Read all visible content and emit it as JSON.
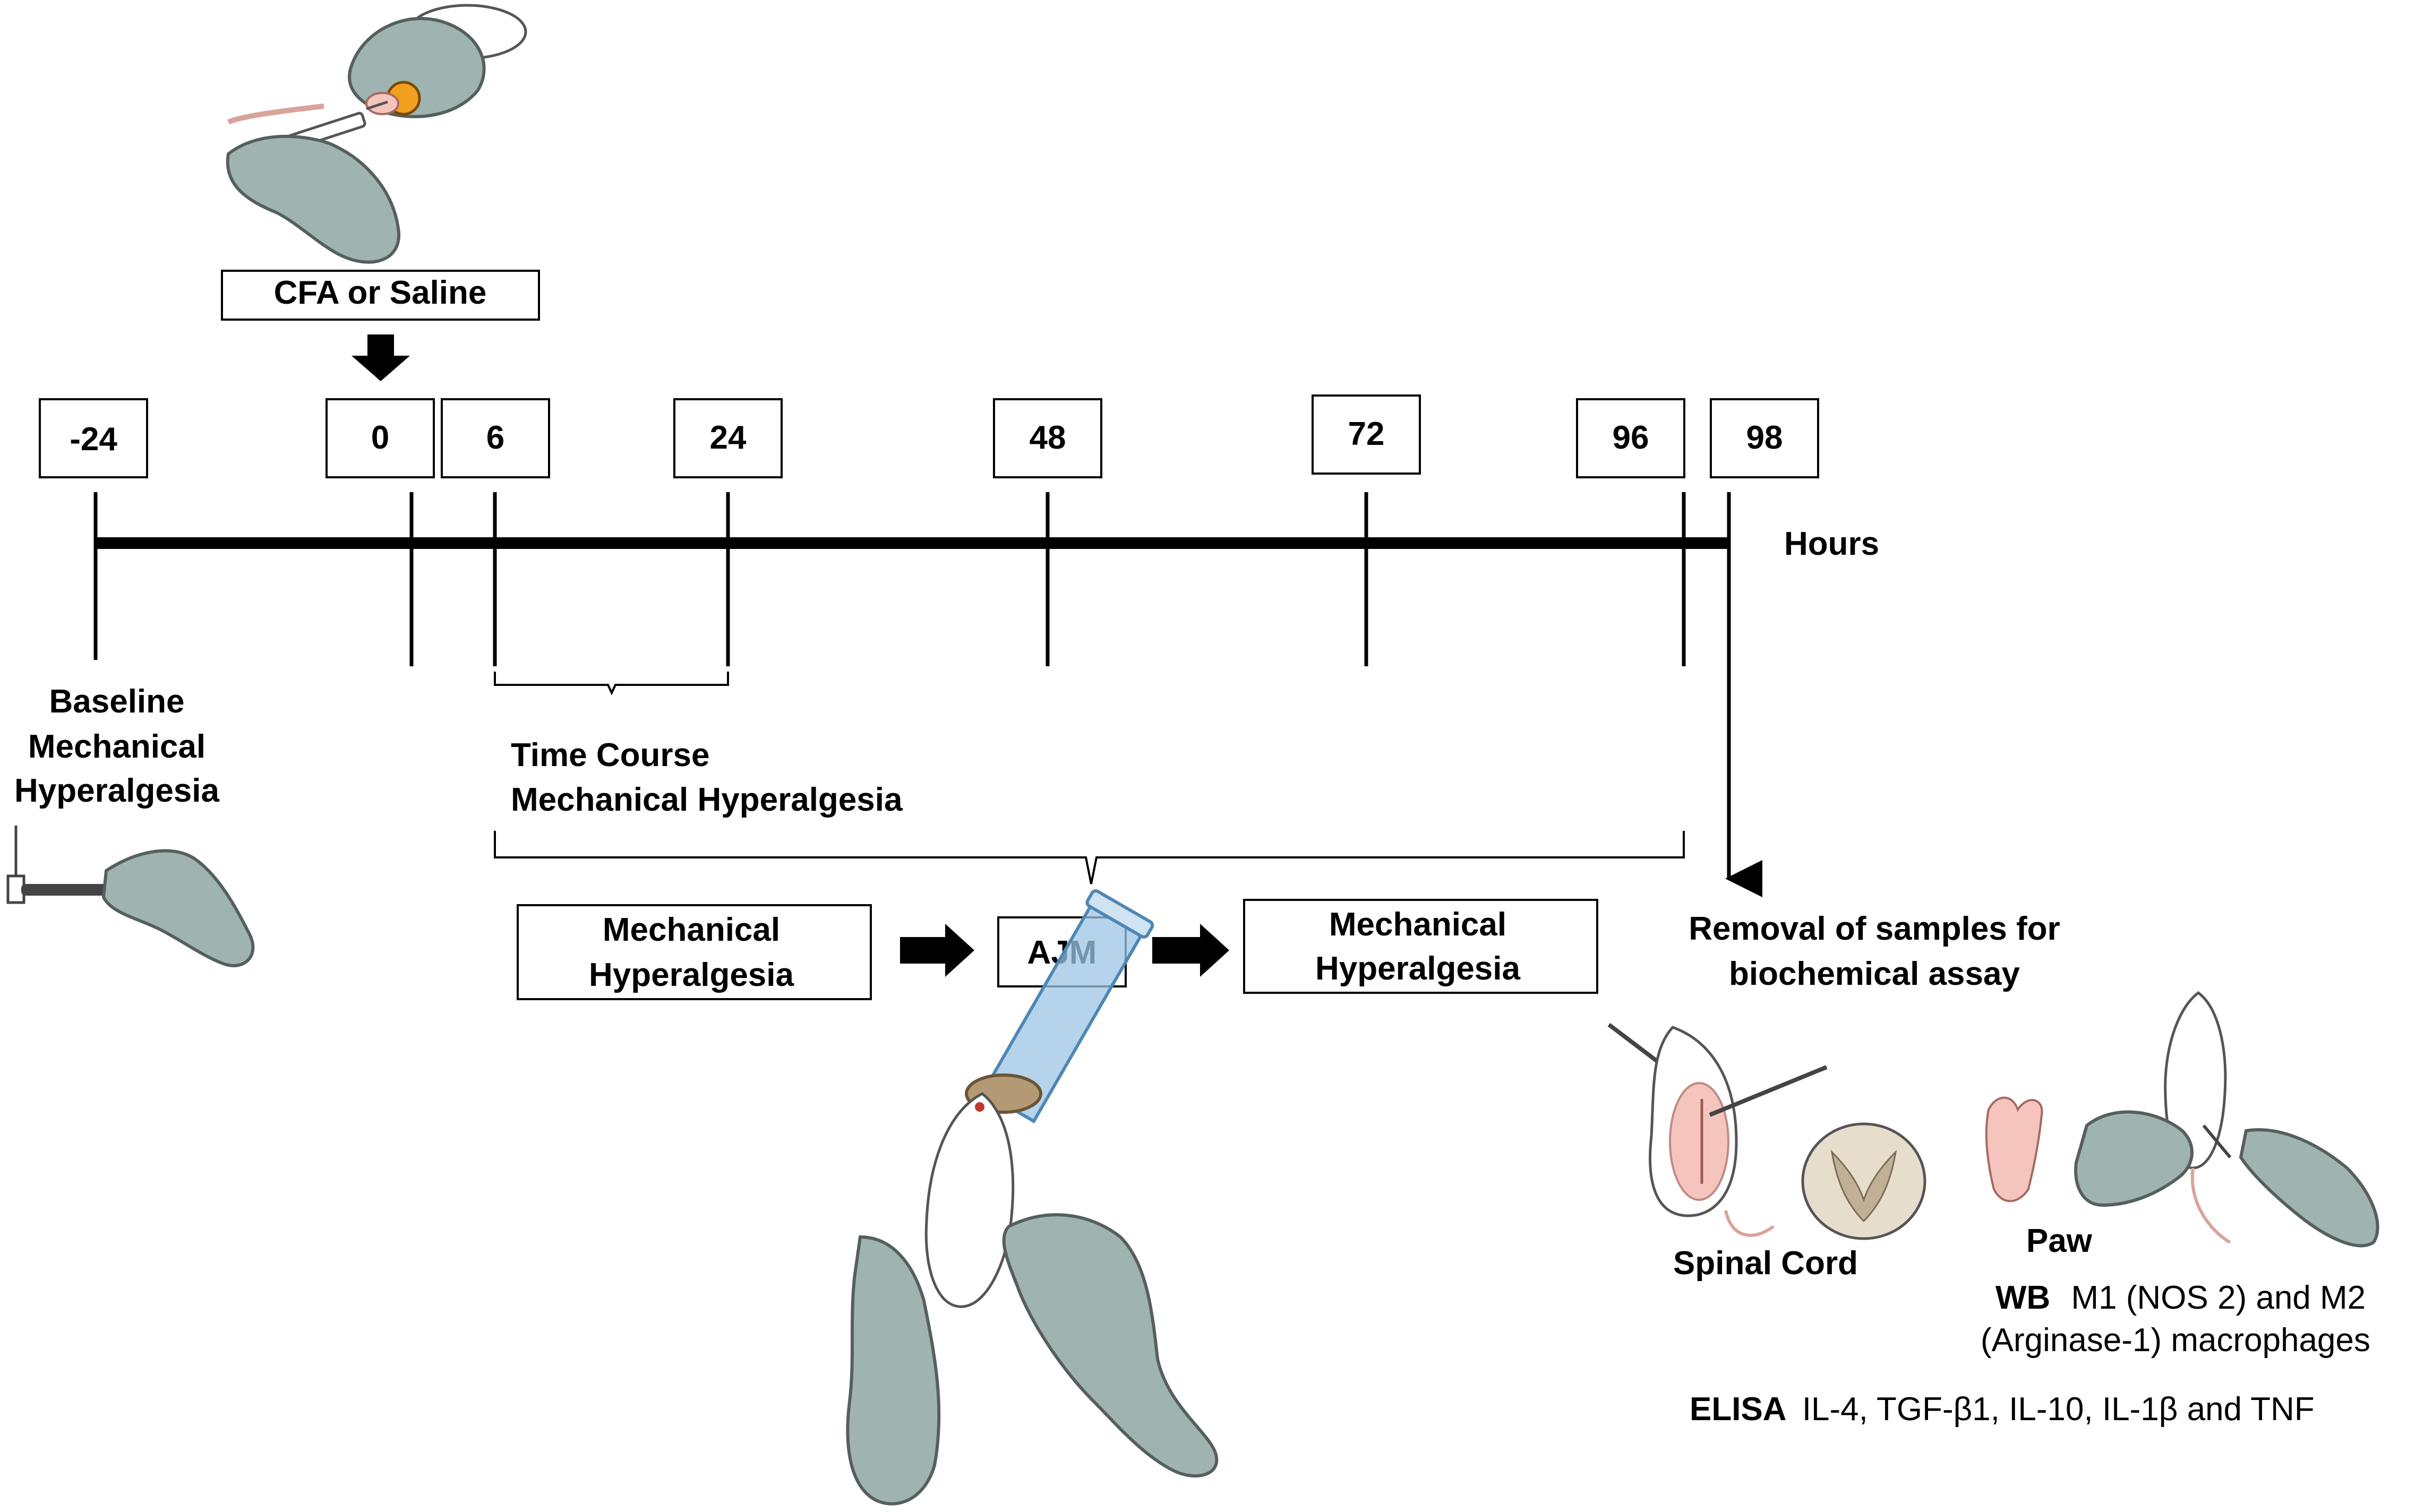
{
  "treatment_label": "CFA or Saline",
  "axis_unit_label": "Hours",
  "timepoints": [
    {
      "label": "-24"
    },
    {
      "label": "0"
    },
    {
      "label": "6"
    },
    {
      "label": "24"
    },
    {
      "label": "48"
    },
    {
      "label": "72"
    },
    {
      "label": "96"
    },
    {
      "label": "98"
    }
  ],
  "baseline": {
    "line1": "Baseline",
    "line2": "Mechanical",
    "line3": "Hyperalgesia"
  },
  "time_course": {
    "line1": "Time Course",
    "line2": "Mechanical Hyperalgesia"
  },
  "procedure": {
    "before": {
      "line1": "Mechanical",
      "line2": "Hyperalgesia"
    },
    "middle": "AJM",
    "after": {
      "line1": "Mechanical",
      "line2": "Hyperalgesia"
    }
  },
  "removal": {
    "line1": "Removal of samples for",
    "line2": "biochemical assay"
  },
  "tissues": {
    "spinal_cord": "Spinal Cord",
    "paw": "Paw"
  },
  "assays": {
    "wb_label": "WB",
    "wb_text_line1": "M1 (NOS 2) and M2",
    "wb_text_line2": "(Arginase-1) macrophages",
    "elisa_label": "ELISA",
    "elisa_text": "IL-4, TGF-β1, IL-10, IL-1β and TNF"
  },
  "colors": {
    "glove": "#9fb3b0",
    "glove_stroke": "#55605e",
    "skin_pink": "#f4c4bd",
    "syringe_blue": "#9cc6e6",
    "cork_tan": "#b49a74",
    "outline": "#000000"
  }
}
